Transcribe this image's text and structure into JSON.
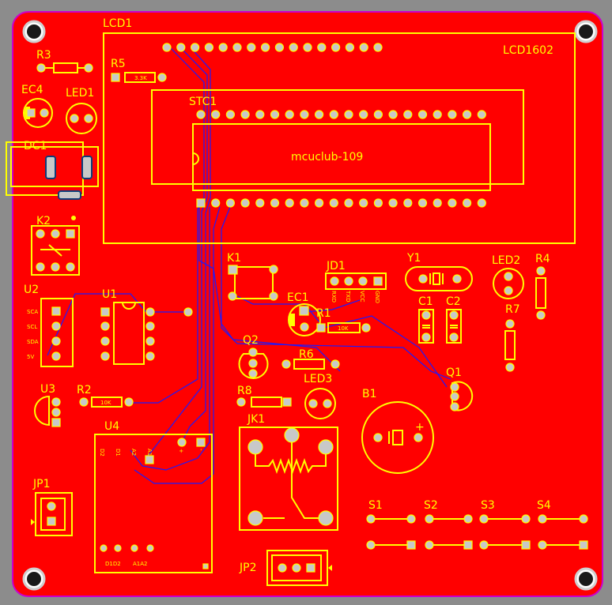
{
  "colors": {
    "background": "#8c8c8c",
    "board": "#ff0000",
    "silkscreen": "#ffff00",
    "outline": "#cc00cc",
    "trace": "#1a1aff",
    "pad": "#c8c8c8"
  },
  "designators": {
    "lcd1": "LCD1",
    "lcd_model": "LCD1602",
    "r3": "R3",
    "r5": "R5",
    "r5_value": "3.3K",
    "ec4": "EC4",
    "led1": "LED1",
    "dc1": "DC1",
    "stc1": "STC1",
    "chip_label": "mcuclub-109",
    "k2": "K2",
    "k1": "K1",
    "jd1": "JD1",
    "jd1_pins": [
      "RXD",
      "TXD",
      "VCC",
      "GND"
    ],
    "y1": "Y1",
    "led2": "LED2",
    "r4": "R4",
    "u2": "U2",
    "u2_pins": [
      "SCA",
      "SCL",
      "SDA",
      "5V"
    ],
    "u1": "U1",
    "ec1": "EC1",
    "r1": "R1",
    "r1_value": "10K",
    "c1": "C1",
    "c2": "C2",
    "r7": "R7",
    "q2": "Q2",
    "r6": "R6",
    "q1": "Q1",
    "u3": "U3",
    "r2": "R2",
    "r2_value": "10K",
    "r8": "R8",
    "led3": "LED3",
    "b1": "B1",
    "u4": "U4",
    "u4_top_pins": [
      "D2",
      "D1",
      "A2",
      "A1",
      "+",
      "-"
    ],
    "u4_bottom_pins": [
      "D1D2",
      "A1A2"
    ],
    "jk1": "JK1",
    "jp1": "JP1",
    "jp2": "JP2",
    "s1": "S1",
    "s2": "S2",
    "s3": "S3",
    "s4": "S4"
  }
}
